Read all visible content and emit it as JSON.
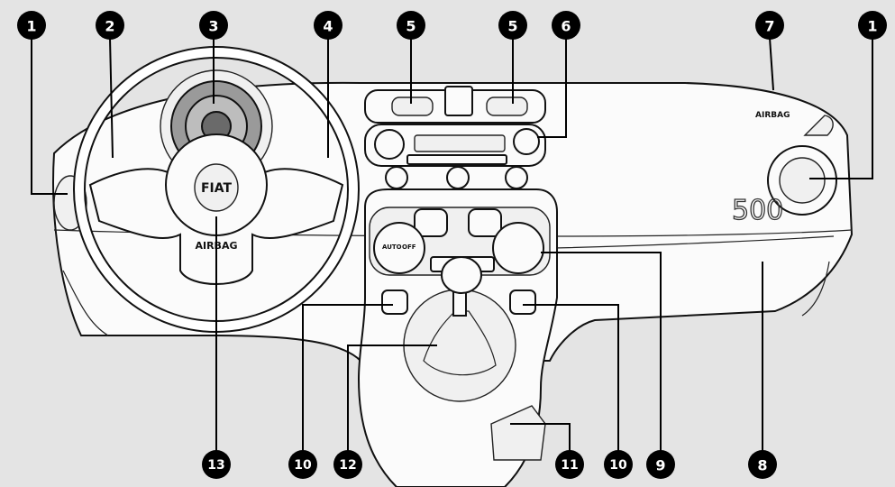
{
  "callouts": [
    {
      "id": "c1a",
      "label": "1"
    },
    {
      "id": "c2",
      "label": "2"
    },
    {
      "id": "c3",
      "label": "3"
    },
    {
      "id": "c4",
      "label": "4"
    },
    {
      "id": "c5a",
      "label": "5"
    },
    {
      "id": "c5b",
      "label": "5"
    },
    {
      "id": "c6",
      "label": "6"
    },
    {
      "id": "c7",
      "label": "7"
    },
    {
      "id": "c1b",
      "label": "1"
    },
    {
      "id": "c13",
      "label": "13"
    },
    {
      "id": "c10a",
      "label": "10"
    },
    {
      "id": "c12",
      "label": "12"
    },
    {
      "id": "c11",
      "label": "11"
    },
    {
      "id": "c10b",
      "label": "10"
    },
    {
      "id": "c9",
      "label": "9"
    },
    {
      "id": "c8",
      "label": "8"
    }
  ],
  "markings": {
    "horn_logo": "FIAT",
    "wheel_airbag": "AIRBAG",
    "dash_airbag": "AIRBAG",
    "model_badge": "500",
    "climate_auto": "AUTO",
    "climate_off": "OFF"
  }
}
